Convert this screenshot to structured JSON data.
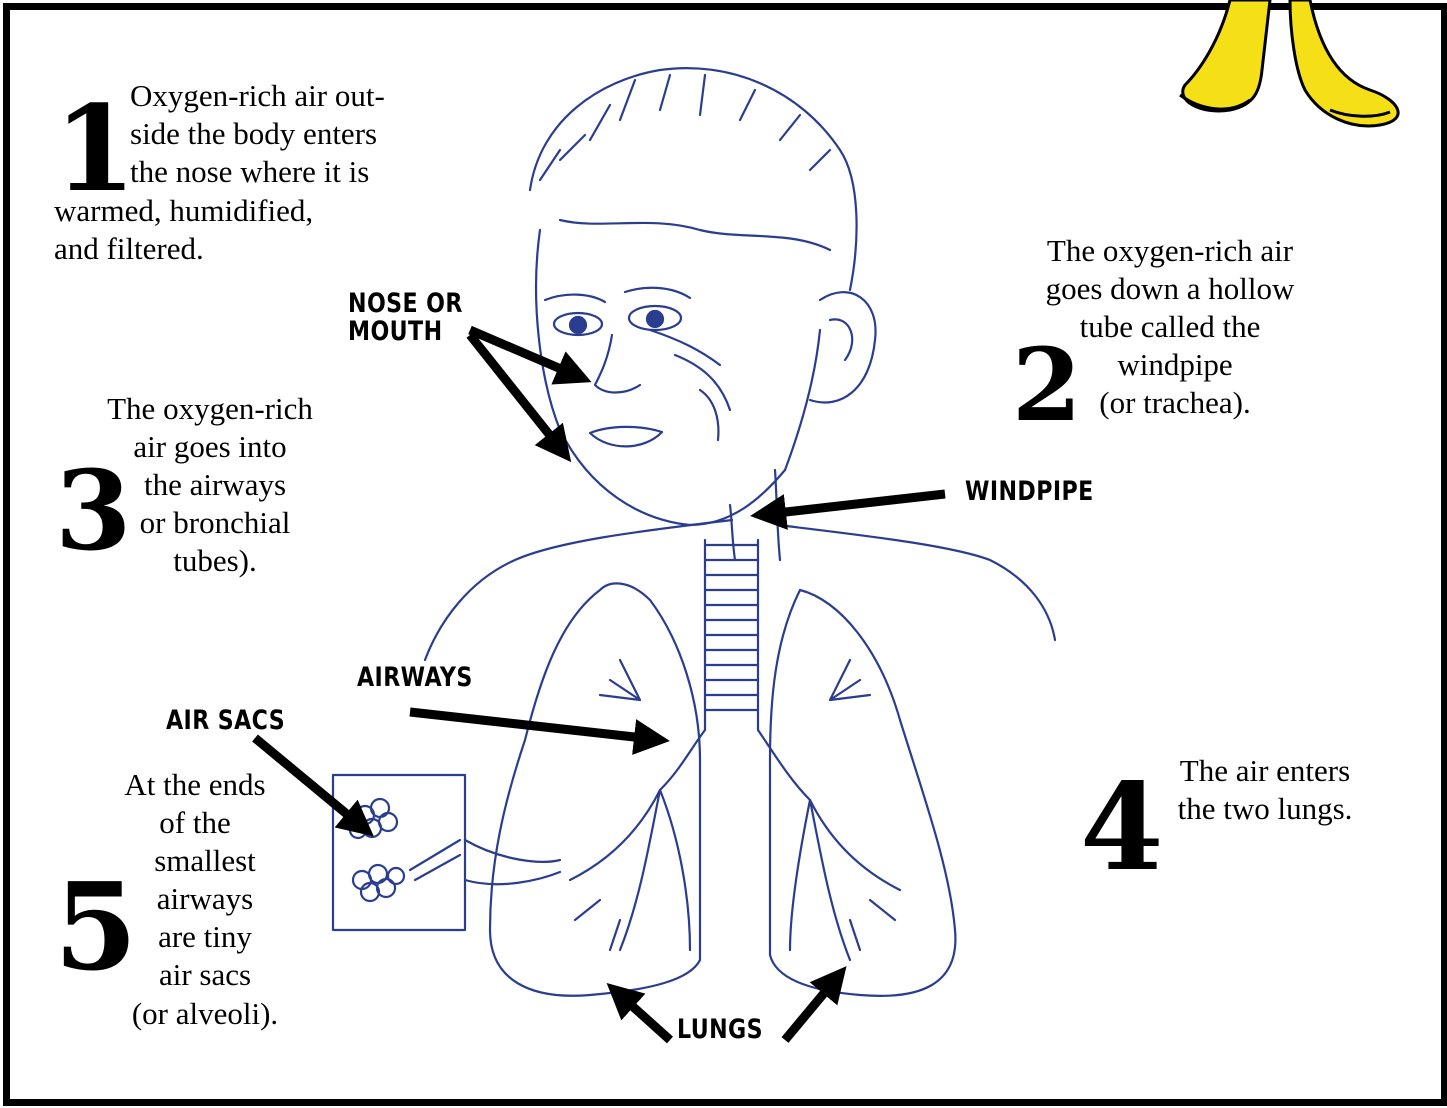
{
  "colors": {
    "drawing": "#2b3d8f",
    "ink": "#000000",
    "mascot": "#f5e017"
  },
  "steps": [
    {
      "number": "1",
      "lines": [
        "Oxygen-rich air out-",
        "side the body enters",
        "the nose where it is",
        "warmed, humidified,",
        "and filtered."
      ]
    },
    {
      "number": "2",
      "lines": [
        "The oxygen-rich air",
        "goes down a hollow",
        "tube called the",
        "windpipe",
        "(or trachea)."
      ]
    },
    {
      "number": "3",
      "lines": [
        "The oxygen-rich",
        "air goes into",
        "the airways",
        "or bronchial",
        "tubes)."
      ]
    },
    {
      "number": "4",
      "lines": [
        "The air enters",
        "the two lungs."
      ]
    },
    {
      "number": "5",
      "lines": [
        "At the ends",
        "of the",
        "smallest",
        "airways",
        "are tiny",
        "air sacs",
        "(or alveoli)."
      ]
    }
  ],
  "labels": {
    "nose_mouth": [
      "NOSE OR",
      "MOUTH"
    ],
    "windpipe": "WINDPIPE",
    "airways": "AIRWAYS",
    "air_sacs": "AIR SACS",
    "lungs": "LUNGS"
  }
}
